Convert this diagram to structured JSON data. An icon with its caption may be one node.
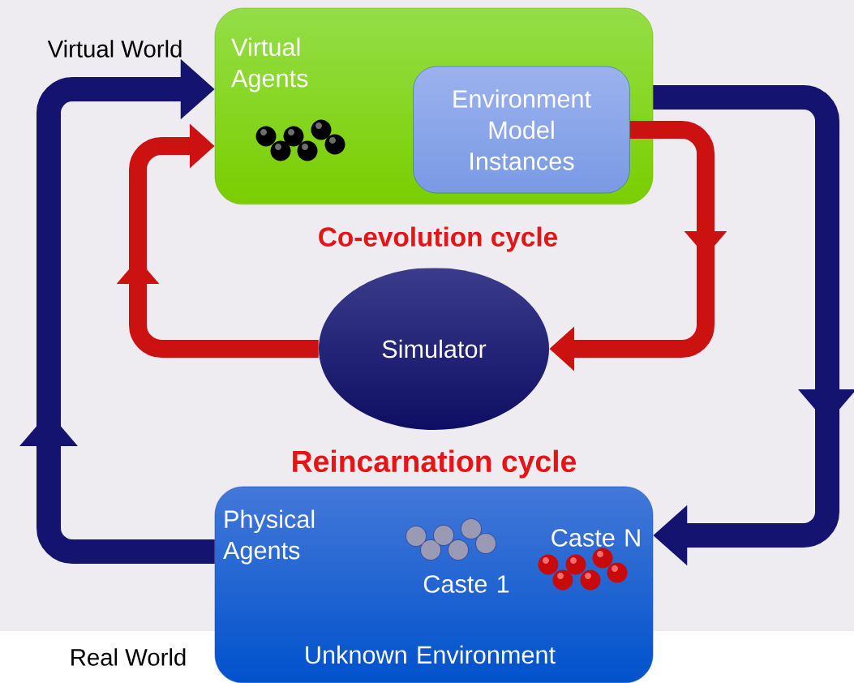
{
  "diagram": {
    "nodes": [
      {
        "text": [
          "Virtual Agents"
        ]
      },
      {
        "text": [
          "Environment Model Instances"
        ],
        "in": 0
      },
      {
        "text": [
          "Simulator"
        ]
      },
      {
        "text": [
          "Physical Agents",
          "Caste 1",
          "Caste N",
          "Unknown Environment"
        ]
      }
    ],
    "edges": [
      {
        "from": 1,
        "to": 2,
        "arrow": "to",
        "color": "#cc1111"
      },
      {
        "from": 2,
        "to": 0,
        "arrow": "to",
        "color": "#cc1111"
      },
      {
        "from": 0,
        "to": 3,
        "arrow": "to",
        "color": "#141470"
      },
      {
        "from": 3,
        "to": 0,
        "arrow": "to",
        "color": "#141470"
      }
    ],
    "labels": [
      "Virtual World",
      "Co-evolution cycle",
      "Reincarnation cycle",
      "Real World"
    ]
  }
}
